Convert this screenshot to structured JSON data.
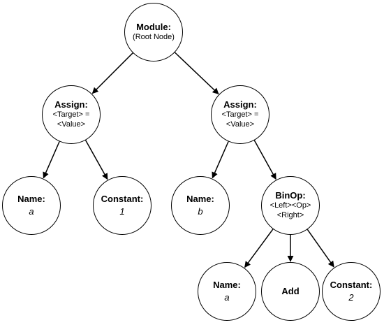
{
  "colors": {
    "stroke": "#000000",
    "fill": "#ffffff",
    "text": "#000000"
  },
  "nodes": {
    "module": {
      "title": "Module:",
      "desc": "(Root Node)"
    },
    "assign_1": {
      "title": "Assign:",
      "desc_line1": "<Target> =",
      "desc_line2": "<Value>"
    },
    "assign_2": {
      "title": "Assign:",
      "desc_line1": "<Target> =",
      "desc_line2": "<Value>"
    },
    "name_a1": {
      "title": "Name:",
      "value": "a"
    },
    "const_1": {
      "title": "Constant:",
      "value": "1"
    },
    "name_b": {
      "title": "Name:",
      "value": "b"
    },
    "binop": {
      "title": "BinOp:",
      "desc_line1": "<Left><Op>",
      "desc_line2": "<Right>"
    },
    "name_a2": {
      "title": "Name:",
      "value": "a"
    },
    "add": {
      "title": "Add"
    },
    "const_2": {
      "title": "Constant:",
      "value": "2"
    }
  },
  "edges": [
    [
      "module",
      "assign_1"
    ],
    [
      "module",
      "assign_2"
    ],
    [
      "assign_1",
      "name_a1"
    ],
    [
      "assign_1",
      "const_1"
    ],
    [
      "assign_2",
      "name_b"
    ],
    [
      "assign_2",
      "binop"
    ],
    [
      "binop",
      "name_a2"
    ],
    [
      "binop",
      "add"
    ],
    [
      "binop",
      "const_2"
    ]
  ]
}
